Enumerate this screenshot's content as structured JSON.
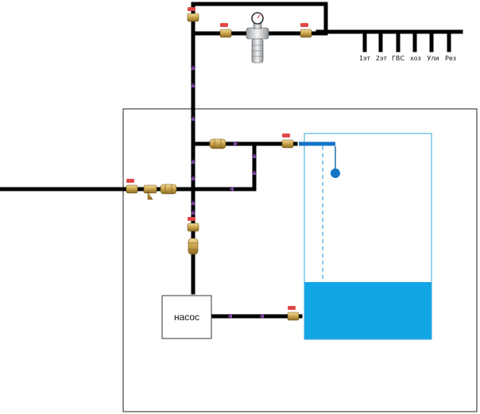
{
  "pump": {
    "label": "насос"
  },
  "outlets": [
    "1эт",
    "2эт",
    "ГВС",
    "хоз",
    "Ули",
    "Рез"
  ],
  "colors": {
    "pipe": "#000000",
    "arrow": "#7b43a0",
    "water": "#12a6e6",
    "tank_outline": "#3aa6d8",
    "valve_brass": "#c9a24a",
    "valve_handle": "#e04848"
  },
  "icons": [
    "ball-valve-icon",
    "filter-icon",
    "check-valve-icon",
    "pressure-gauge-icon",
    "float-icon"
  ]
}
